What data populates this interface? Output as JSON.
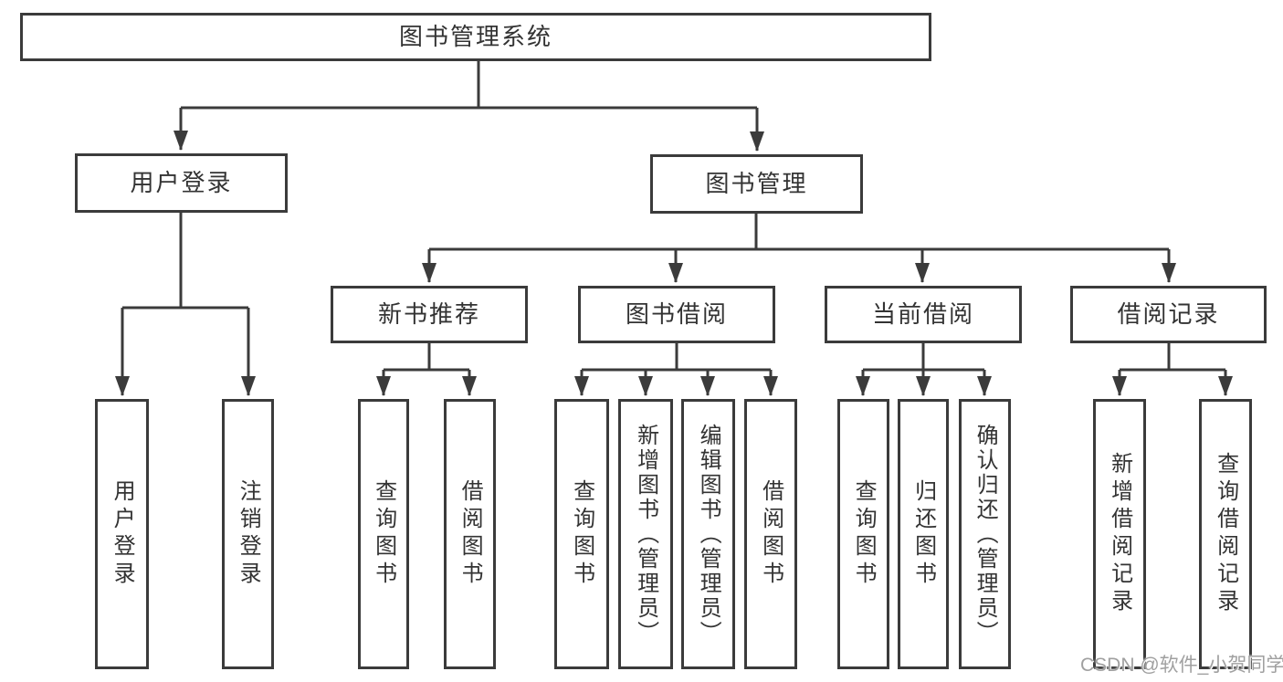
{
  "diagram": {
    "root": {
      "label": "图书管理系统"
    },
    "login_branch": {
      "label": "用户登录",
      "children": [
        {
          "label": "用户登录"
        },
        {
          "label": "注销登录"
        }
      ]
    },
    "management_branch": {
      "label": "图书管理",
      "groups": [
        {
          "label": "新书推荐",
          "children": [
            {
              "label": "查询图书"
            },
            {
              "label": "借阅图书"
            }
          ]
        },
        {
          "label": "图书借阅",
          "children": [
            {
              "label": "查询图书"
            },
            {
              "label": "新增图书（管理员）"
            },
            {
              "label": "编辑图书（管理员）"
            },
            {
              "label": "借阅图书"
            }
          ]
        },
        {
          "label": "当前借阅",
          "children": [
            {
              "label": "查询图书"
            },
            {
              "label": "归还图书"
            },
            {
              "label": "确认归还（管理员）"
            }
          ]
        },
        {
          "label": "借阅记录",
          "children": [
            {
              "label": "新增借阅记录"
            },
            {
              "label": "查询借阅记录"
            }
          ]
        }
      ]
    }
  },
  "watermark": "CSDN @软件_小贺同学",
  "colors": {
    "line": "#3b3b3b",
    "text": "#333333",
    "watermark": "#a0a0a0",
    "background": "#ffffff"
  }
}
